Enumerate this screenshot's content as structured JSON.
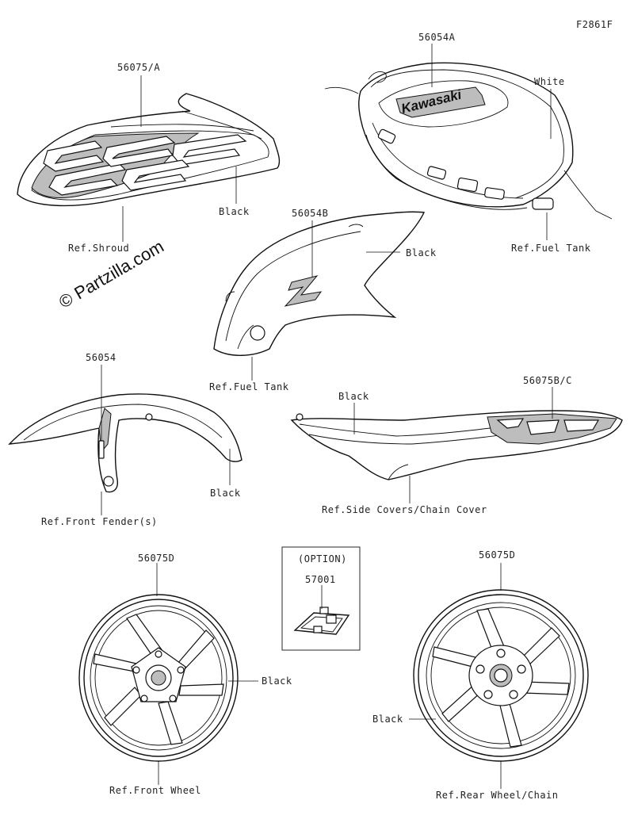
{
  "figure_code": "F2861F",
  "watermark": "© Partzilla.com",
  "parts": {
    "shroud_decal": "56075/A",
    "tank_decal": "56054A",
    "shroud_side_decal": "56054B",
    "fender_decal": "56054",
    "side_cover_decal": "56075B/C",
    "front_wheel_decal": "56075D",
    "rear_wheel_decal": "56075D",
    "option_part": "57001"
  },
  "option_label": "(OPTION)",
  "colors": {
    "black_shroud": "Black",
    "white_tank": "White",
    "black_side": "Black",
    "black_fender": "Black",
    "black_cover": "Black",
    "black_front_wheel": "Black",
    "black_rear_wheel": "Black"
  },
  "refs": {
    "shroud": "Ref.Shroud",
    "fuel_tank_top": "Ref.Fuel Tank",
    "fuel_tank_side": "Ref.Fuel Tank",
    "front_fender": "Ref.Front Fender(s)",
    "side_covers": "Ref.Side Covers/Chain Cover",
    "front_wheel": "Ref.Front Wheel",
    "rear_wheel": "Ref.Rear Wheel/Chain"
  },
  "brand_decal_text": "Kawasaki",
  "icons": {
    "tank": "fuel-tank-drawing",
    "shroud": "shroud-drawing",
    "fender": "front-fender-drawing",
    "wheel": "wheel-drawing",
    "clip": "clip-drawing"
  }
}
